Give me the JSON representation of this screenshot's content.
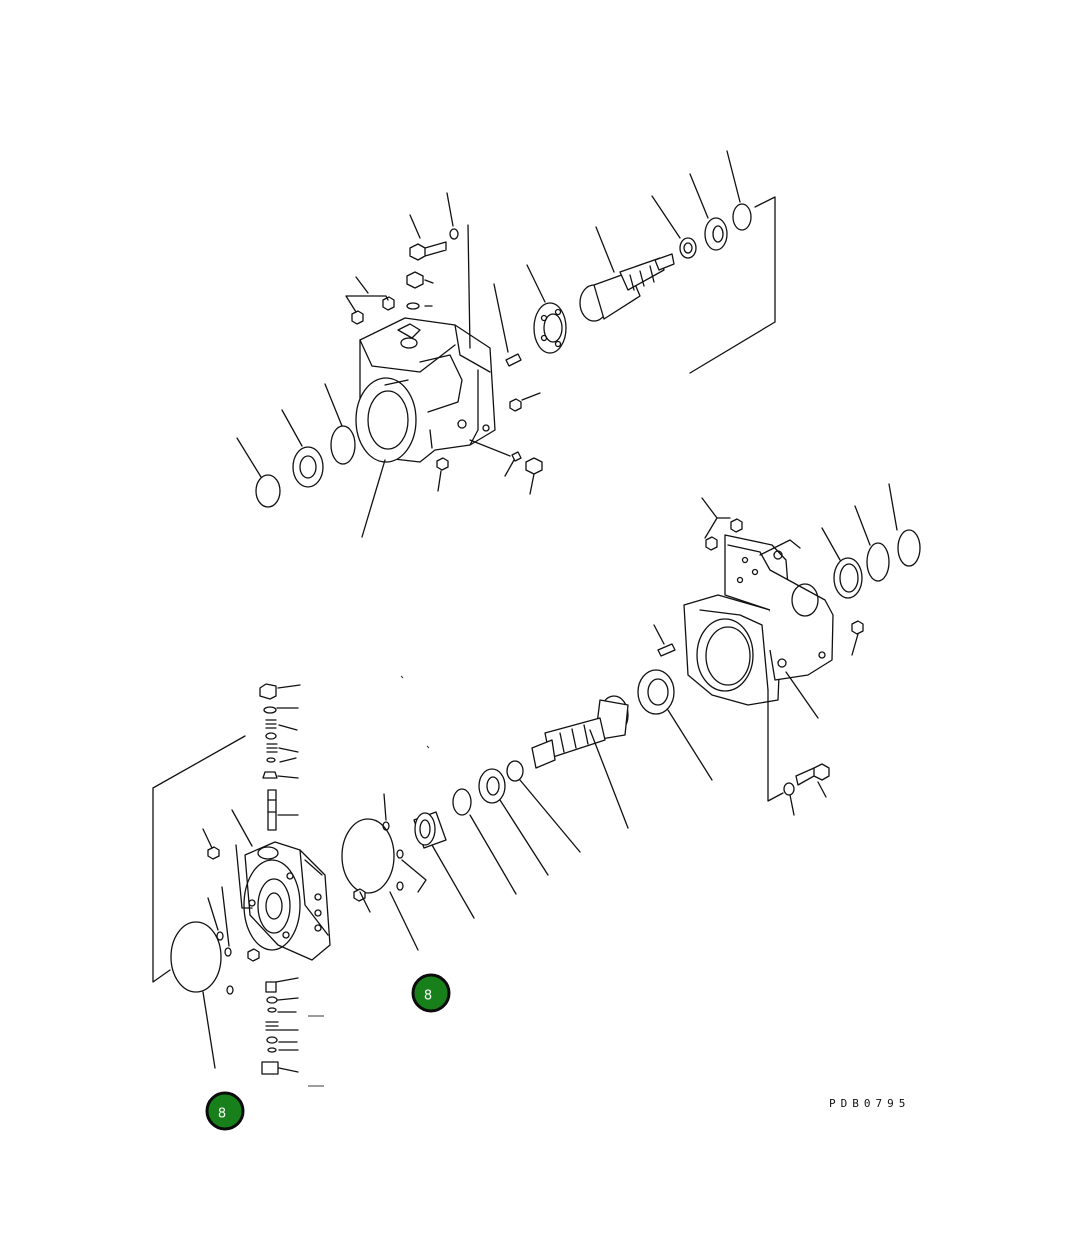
{
  "drawing": {
    "code": "PDB0795"
  },
  "callouts": [
    {
      "label": "8"
    },
    {
      "label": "8"
    }
  ],
  "colors": {
    "callout_fill": "#17801a",
    "line": "#111111",
    "background": "#ffffff"
  }
}
